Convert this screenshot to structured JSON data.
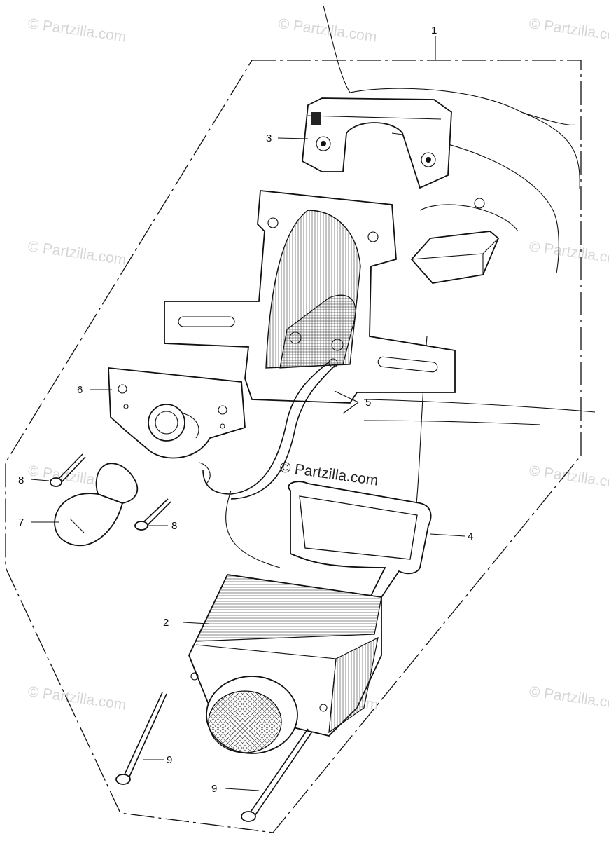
{
  "watermark": "© Partzilla.com",
  "labels": {
    "l1": "1",
    "l2": "2",
    "l3": "3",
    "l4": "4",
    "l5": "5",
    "l6": "6",
    "l7": "7",
    "l8a": "8",
    "l8b": "8",
    "l9a": "9",
    "l9b": "9"
  },
  "colors": {
    "line": "#111111",
    "watermark": "#d6d6d6"
  }
}
